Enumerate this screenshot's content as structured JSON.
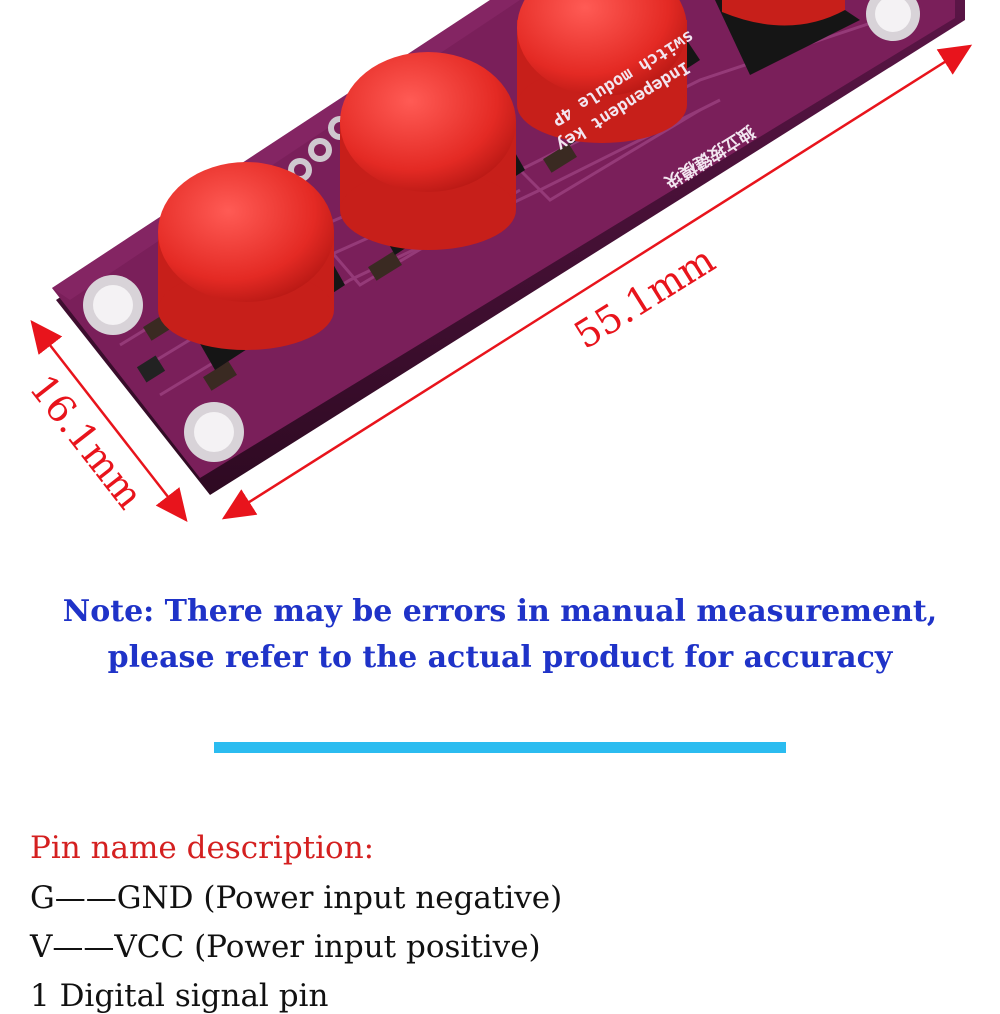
{
  "dimensions": {
    "length_label": "55.1mm",
    "width_label": "16.1mm"
  },
  "board": {
    "silkscreen_line_1": "Independent key",
    "silkscreen_line_2": "switch module 4P",
    "silkscreen_chinese": "独立按键模块",
    "pcb_color": "#7a1f5a",
    "button_color": "#e8252a"
  },
  "note": {
    "line_1": "Note: There may be errors in manual measurement,",
    "line_2": "please refer to the actual product for accuracy"
  },
  "pins": {
    "heading": "Pin name description:",
    "rows": [
      "G——GND (Power input negative)",
      "V——VCC (Power input positive)",
      "1 Digital signal pin"
    ]
  },
  "colors": {
    "note_text": "#1f33c8",
    "dimension_text": "#e8141c",
    "divider": "#2bbcf0",
    "pin_heading": "#d42020"
  }
}
